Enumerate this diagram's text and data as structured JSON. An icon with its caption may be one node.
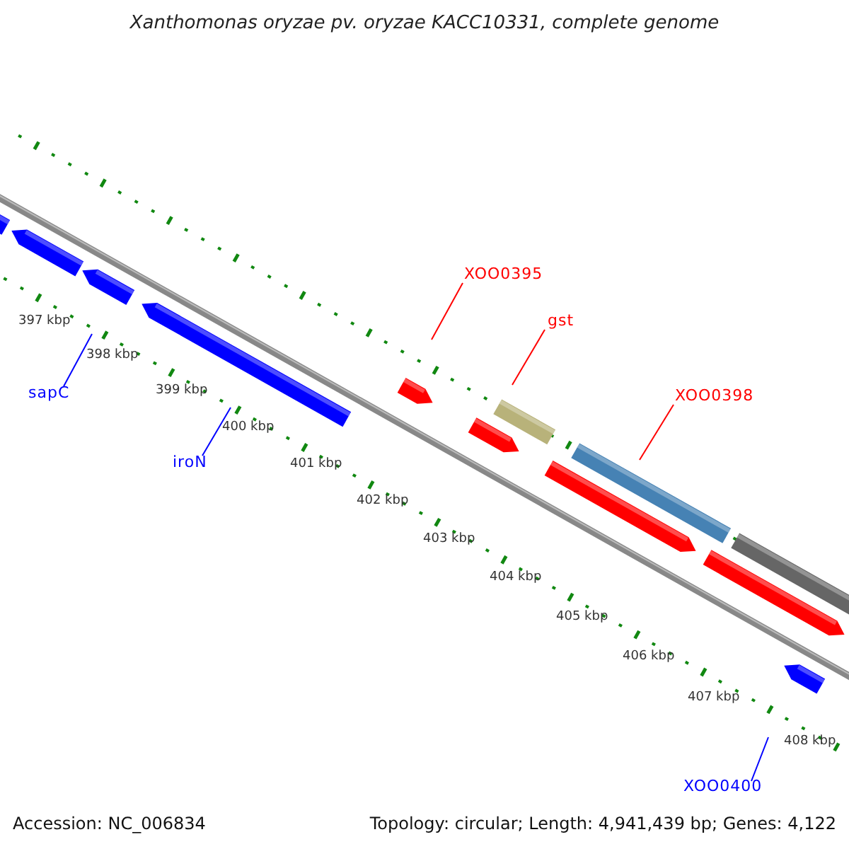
{
  "diagram": {
    "title": "Xanthomonas oryzae pv. oryzae KACC10331, complete genome",
    "nodes": [
      {
        "text": [
          "XOO0395"
        ]
      },
      {
        "text": [
          "gst"
        ]
      },
      {
        "text": [
          "sapC"
        ]
      },
      {
        "text": [
          "XOO0398"
        ]
      },
      {
        "text": [
          "iroN"
        ]
      },
      {
        "text": [
          "XOO0400"
        ]
      }
    ],
    "edges": [
      {
        "from": 0,
        "to": null,
        "arrow": "none",
        "color": "#ff0000"
      },
      {
        "from": 1,
        "to": null,
        "arrow": "none",
        "color": "#ff0000"
      },
      {
        "from": 2,
        "to": null,
        "arrow": "none",
        "color": "#0000ff"
      },
      {
        "from": 3,
        "to": null,
        "arrow": "none",
        "color": "#ff0000"
      },
      {
        "from": 4,
        "to": null,
        "arrow": "none",
        "color": "#0000ff"
      },
      {
        "from": 5,
        "to": null,
        "arrow": "none",
        "color": "#0000ff"
      }
    ],
    "labels": [
      "397 kbp",
      "398 kbp",
      "399 kbp",
      "400 kbp",
      "401 kbp",
      "402 kbp",
      "403 kbp",
      "404 kbp",
      "405 kbp",
      "406 kbp",
      "407 kbp",
      "408 kbp",
      "Accession: NC_006834",
      "Topology: circular; Length: 4,941,439 bp; Genes: 4,122"
    ]
  }
}
